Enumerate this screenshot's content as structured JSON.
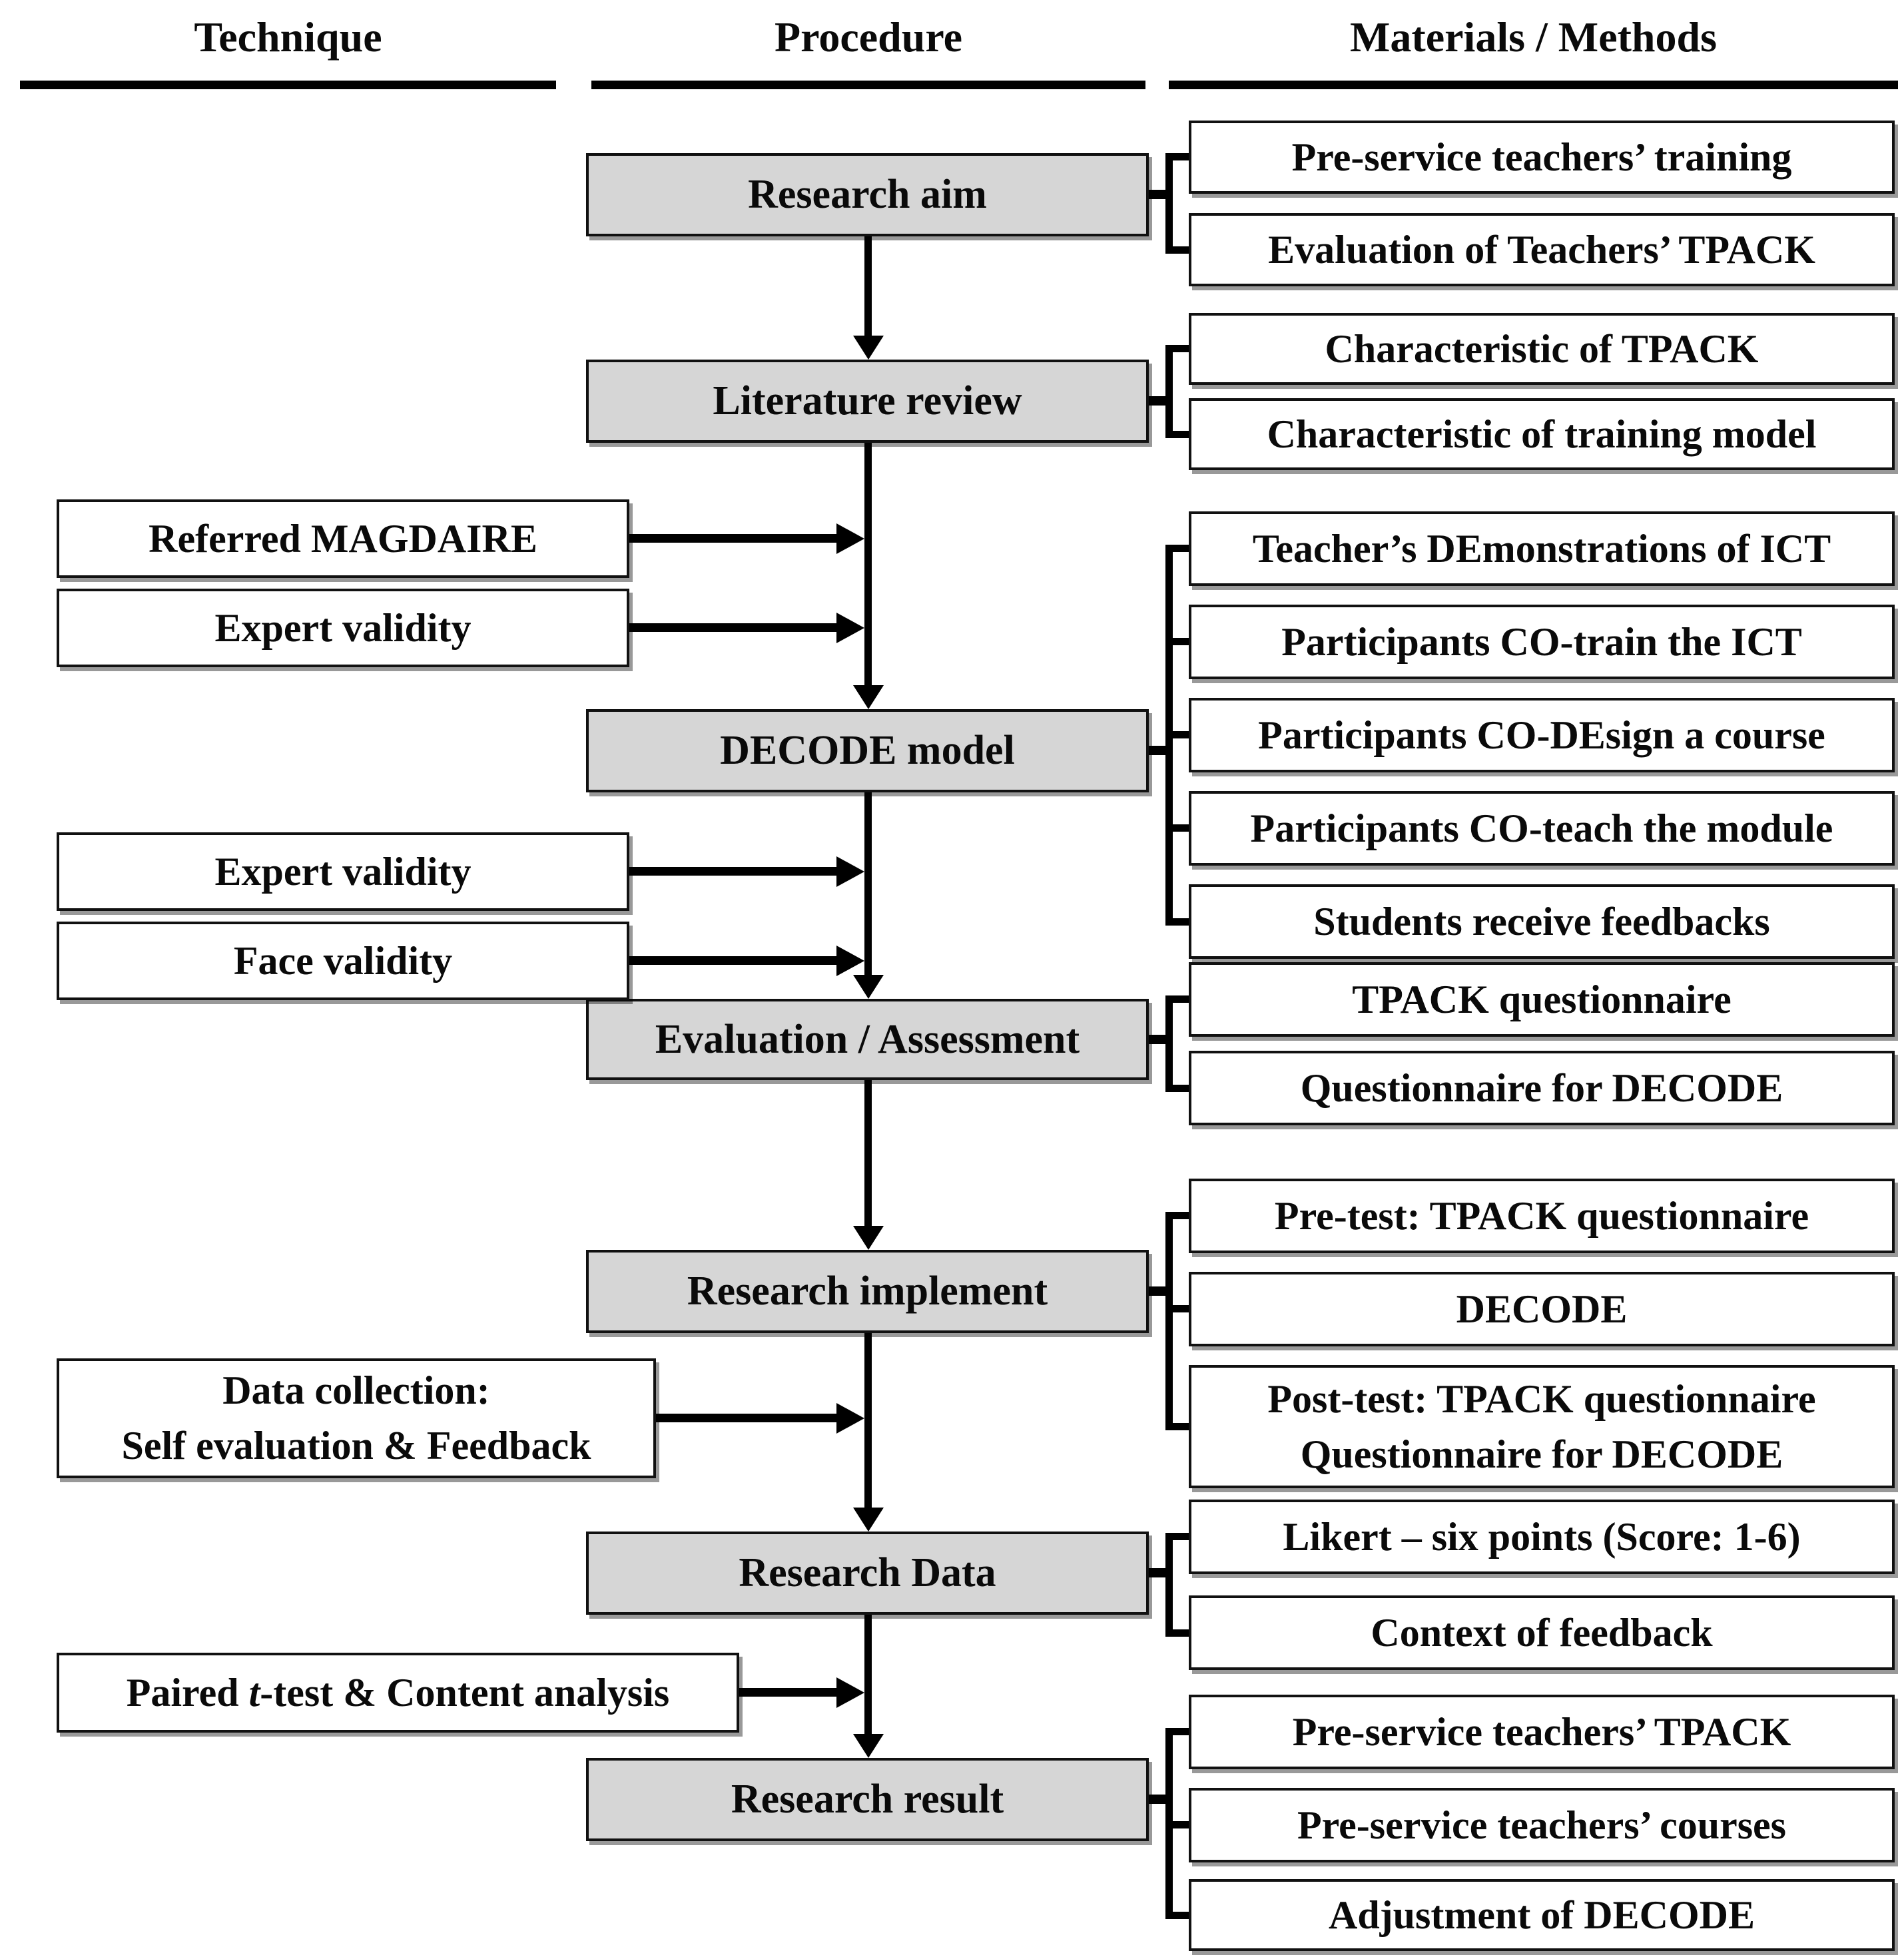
{
  "figure": {
    "type": "research-flow-diagram"
  },
  "columns": [
    {
      "header": "Technique"
    },
    {
      "header": "Procedure"
    },
    {
      "header": "Materials / Methods"
    }
  ],
  "procedure_steps": [
    {
      "label": "Research aim"
    },
    {
      "label": "Literature review"
    },
    {
      "label": "DECODE model"
    },
    {
      "label": "Evaluation / Assessment"
    },
    {
      "label": "Research implement"
    },
    {
      "label": "Research Data"
    },
    {
      "label": "Research result"
    }
  ],
  "materials_groups": [
    {
      "step": "Research aim",
      "items": [
        {
          "label": "Pre-service teachers’ training"
        },
        {
          "label": "Evaluation of Teachers’ TPACK"
        }
      ]
    },
    {
      "step": "Literature review",
      "items": [
        {
          "label": "Characteristic of TPACK"
        },
        {
          "label": "Characteristic of training model"
        }
      ]
    },
    {
      "step": "DECODE model",
      "items": [
        {
          "label": "Teacher’s DEmonstrations of ICT"
        },
        {
          "label": "Participants CO-train the ICT"
        },
        {
          "label": "Participants CO-DEsign a course"
        },
        {
          "label": "Participants CO-teach the module"
        },
        {
          "label": "Students receive feedbacks"
        }
      ]
    },
    {
      "step": "Evaluation / Assessment",
      "items": [
        {
          "label": "TPACK questionnaire"
        },
        {
          "label": "Questionnaire for DECODE"
        }
      ]
    },
    {
      "step": "Research implement",
      "items": [
        {
          "label": "Pre-test: TPACK questionnaire"
        },
        {
          "label": "DECODE"
        },
        {
          "line1": "Post-test: TPACK questionnaire",
          "line2": "Questionnaire for DECODE"
        }
      ]
    },
    {
      "step": "Research Data",
      "items": [
        {
          "label": "Likert – six points (Score: 1-6)"
        },
        {
          "label": "Context of feedback"
        }
      ]
    },
    {
      "step": "Research result",
      "items": [
        {
          "label": "Pre-service teachers’ TPACK"
        },
        {
          "label": "Pre-service teachers’ courses"
        },
        {
          "label": "Adjustment of DECODE"
        }
      ]
    }
  ],
  "technique_boxes": [
    {
      "label": "Referred MAGDAIRE"
    },
    {
      "label": "Expert validity"
    },
    {
      "label": "Expert validity"
    },
    {
      "label": "Face validity"
    },
    {
      "line1": "Data collection:",
      "line2": "Self evaluation & Feedback"
    },
    {
      "prefix": "Paired ",
      "italic_term": "t",
      "suffix": "-test & Content analysis"
    }
  ],
  "colors": {
    "step_fill": "#d6d6d6",
    "box_fill": "#ffffff",
    "border": "#111111",
    "connector": "#000000",
    "background": "#ffffff"
  }
}
